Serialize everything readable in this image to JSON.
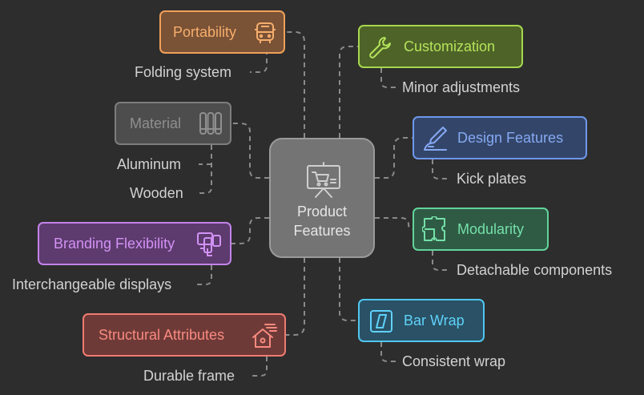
{
  "center": {
    "label_line1": "Product",
    "label_line2": "Features",
    "icon": "presentation-cart-icon"
  },
  "nodes": {
    "portability": {
      "label": "Portability",
      "icon": "bus-icon",
      "sub": [
        "Folding system"
      ],
      "color": "#f0a05a",
      "fill": "#7a5236"
    },
    "customization": {
      "label": "Customization",
      "icon": "wrench-icon",
      "sub": [
        "Minor adjustments"
      ],
      "color": "#a6d84e",
      "fill": "#4e6328"
    },
    "material": {
      "label": "Material",
      "icon": "pipes-icon",
      "sub": [
        "Aluminum",
        "Wooden"
      ],
      "color": "#7d7d7d",
      "fill": "#4d4d4d"
    },
    "design_features": {
      "label": "Design Features",
      "icon": "drafting-pen-icon",
      "sub": [
        "Kick plates"
      ],
      "color": "#6f97ea",
      "fill": "#33466a"
    },
    "modularity": {
      "label": "Modularity",
      "icon": "puzzle-icon",
      "sub": [
        "Detachable components"
      ],
      "color": "#62d49a",
      "fill": "#2f5b45"
    },
    "branding_flexibility": {
      "label": "Branding Flexibility",
      "icon": "displays-icon",
      "sub": [
        "Interchangeable displays"
      ],
      "color": "#c383e8",
      "fill": "#5d3b6e"
    },
    "bar_wrap": {
      "label": "Bar Wrap",
      "icon": "wrap-icon",
      "sub": [
        "Consistent wrap"
      ],
      "color": "#4fc6f0",
      "fill": "#2a5165"
    },
    "structural_attributes": {
      "label": "Structural Attributes",
      "icon": "house-icon",
      "sub": [
        "Durable frame"
      ],
      "color": "#ee7c72",
      "fill": "#6e3a37"
    }
  }
}
